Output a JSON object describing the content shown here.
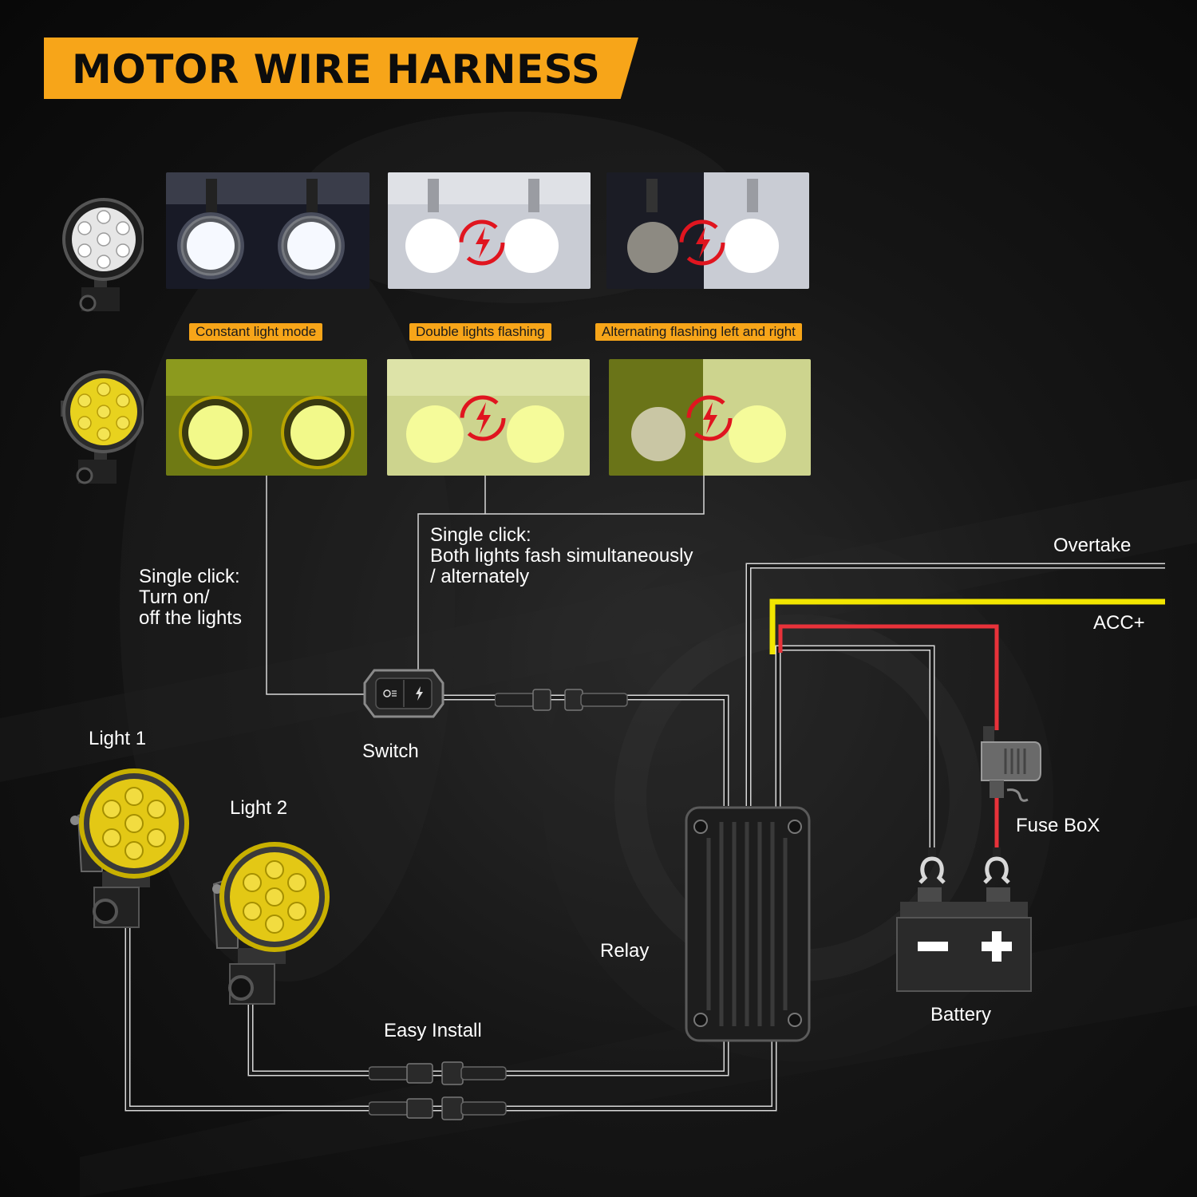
{
  "header": {
    "title": "MOTOR WIRE HARNESS"
  },
  "modes": [
    {
      "label": "Constant light mode"
    },
    {
      "label": "Double lights flashing"
    },
    {
      "label": "Alternating flashing left and right"
    }
  ],
  "annotations": {
    "switch_single_click": [
      "Single click:",
      "Turn on/",
      "off the lights"
    ],
    "flash_single_click": [
      "Single click:",
      "Both lights fash simultaneously",
      "/ alternately"
    ]
  },
  "labels": {
    "overtake": "Overtake",
    "acc": "ACC+",
    "switch": "Switch",
    "light1": "Light 1",
    "light2": "Light 2",
    "fuse_box": "Fuse BoX",
    "relay": "Relay",
    "battery": "Battery",
    "easy_install": "Easy Install"
  },
  "colors": {
    "banner": "#f7a519",
    "wire_yellow": "#f2e600",
    "wire_red": "#e8323a",
    "wire_black": "#1b1b1b",
    "wire_outline": "#d8d8d8",
    "flash_icon": "#e0151f",
    "yellow_lens": "#e8d21e"
  },
  "icons": [
    "white-light-icon",
    "yellow-light-icon",
    "flash-swap-icon",
    "switch-icon",
    "connector-icon",
    "relay-icon",
    "fuse-box-icon",
    "battery-icon",
    "ring-terminal-icon"
  ]
}
